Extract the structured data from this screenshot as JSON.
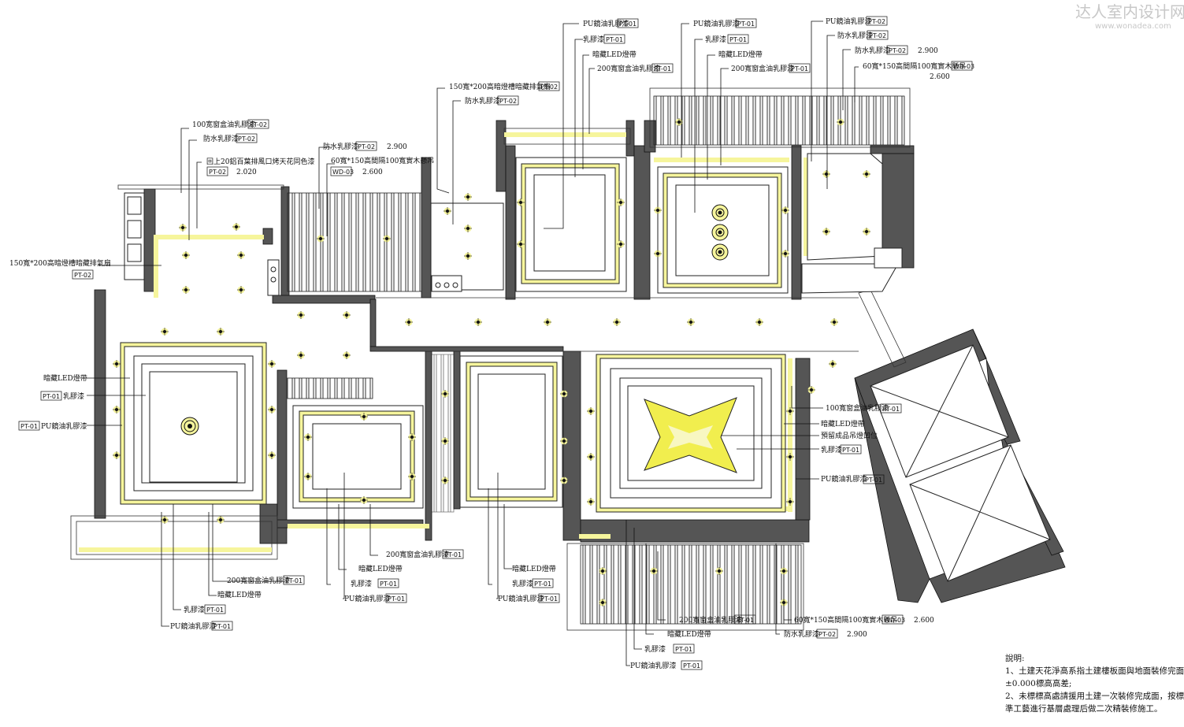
{
  "watermark": {
    "name": "达人室内设计网",
    "url": "www.wonadea.com"
  },
  "labels": {
    "top_left_1": "100宽窗盒油乳膠漆",
    "top_left_2": "防水乳膠漆",
    "top_left_3": "回上20鋁百葉排風口烤天花同色漆",
    "top_left_3_elev": "2.020",
    "left_vent": "150寬*200高暗燈槽暗藏排氣扇",
    "bath_1": "防水乳膠漆",
    "bath_1_elev": "2.900",
    "bath_2": "60寬*150高間隔100寬實木懸吊",
    "bath_2_elev": "2.600",
    "kitchen_1": "150寬*200高暗燈槽暗藏排氣扇",
    "kitchen_2": "防水乳膠漆",
    "bed_a_1": "PU鏡油乳膠漆",
    "bed_a_2": "乳膠漆",
    "bed_a_3": "暗藏LED燈帶",
    "bed_a_4": "200寬窗盒油乳膠漆",
    "bed_b_1": "PU鏡油乳膠漆",
    "bed_b_2": "乳膠漆",
    "bed_b_3": "暗藏LED燈帶",
    "bed_b_4": "200寬窗盒油乳膠漆",
    "mb_1": "PU鏡油乳膠漆",
    "mb_2": "防水乳膠漆",
    "mb_3": "防水乳膠漆",
    "mb_3_elev": "2.900",
    "mb_4": "60寬*150高間隔100寬實木懸吊",
    "mb_4_elev": "2.600",
    "living_l1": "暗藏LED燈帶",
    "living_l2": "乳膠漆",
    "living_l3": "PU鏡油乳膠漆",
    "right_1": "100寬窗盒油乳膠漆",
    "right_2": "暗藏LED燈帶",
    "right_3": "預留成品吊燈凹位",
    "right_4": "乳膠漆",
    "right_5": "PU鏡油乳膠漆",
    "b1": "200寬窗盒油乳膠漆",
    "b2": "暗藏LED燈帶",
    "b3": "乳膠漆",
    "b4": "PU鏡油乳膠漆",
    "b5": "200寬窗盒油乳膠漆",
    "b6": "暗藏LED燈帶",
    "b7": "乳膠漆",
    "b8": "PU鏡油乳膠漆",
    "b9": "暗藏LED燈帶",
    "b10": "乳膠漆",
    "b11": "PU鏡油乳膠漆",
    "b12": "200寬窗盒油乳膠漆",
    "b13": "暗藏LED燈帶",
    "b14": "乳膠漆",
    "b15": "PU鏡油乳膠漆",
    "b16": "60寬*150高間隔100寬實木懸吊",
    "b16_elev": "2.600",
    "b17": "防水乳膠漆",
    "b17_elev": "2.900"
  },
  "codes": {
    "pt01": "PT-01",
    "pt02": "PT-02",
    "wd03": "WD-03"
  },
  "notes": {
    "title": "說明:",
    "line1": "1、土建天花淨高系指土建樓板面與地面裝修完面",
    "line2": "±0.000標高高差;",
    "line3": "2、未標標高處請援用土建一次裝修完成面，按標",
    "line4": "準工藝進行基層處理后做二次精裝修施工。"
  },
  "colors": {
    "wall": "#555555",
    "led": "#f4f39a",
    "line": "#222222",
    "ceiling_fill": "#f1ee4e"
  }
}
